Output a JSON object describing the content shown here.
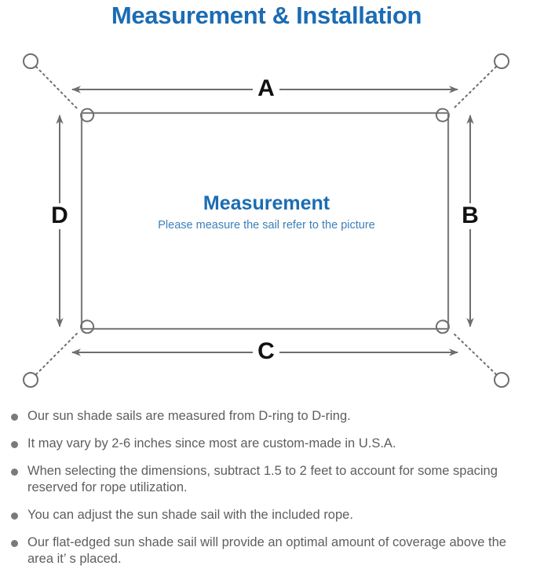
{
  "header": {
    "title": "Measurement & Installation",
    "title_color": "#1b6cb3"
  },
  "diagram": {
    "center_title": "Measurement",
    "center_subtitle": "Please measure the sail refer to the picture",
    "center_title_color": "#1b6cb3",
    "center_subtitle_color": "#3c7fb9",
    "line_color": "#808080",
    "dimension_labels": {
      "top": "A",
      "right": "B",
      "bottom": "C",
      "left": "D"
    },
    "anchors": [
      {
        "name": "anchor-ring-top-left"
      },
      {
        "name": "anchor-ring-top-right"
      },
      {
        "name": "anchor-ring-bottom-left"
      },
      {
        "name": "anchor-ring-bottom-right"
      }
    ],
    "d_rings": [
      {
        "name": "d-ring-top-left"
      },
      {
        "name": "d-ring-top-right"
      },
      {
        "name": "d-ring-bottom-left"
      },
      {
        "name": "d-ring-bottom-right"
      }
    ]
  },
  "notes": [
    "Our sun shade sails are measured from D-ring to D-ring.",
    "It may vary by 2-6 inches since most are custom-made in U.S.A.",
    "When selecting the dimensions, subtract 1.5 to 2 feet to account for some spacing reserved for rope utilization.",
    "You can adjust the sun shade sail with the included rope.",
    "Our flat-edged sun shade sail will provide an optimal amount of coverage above the area it’ s placed."
  ]
}
